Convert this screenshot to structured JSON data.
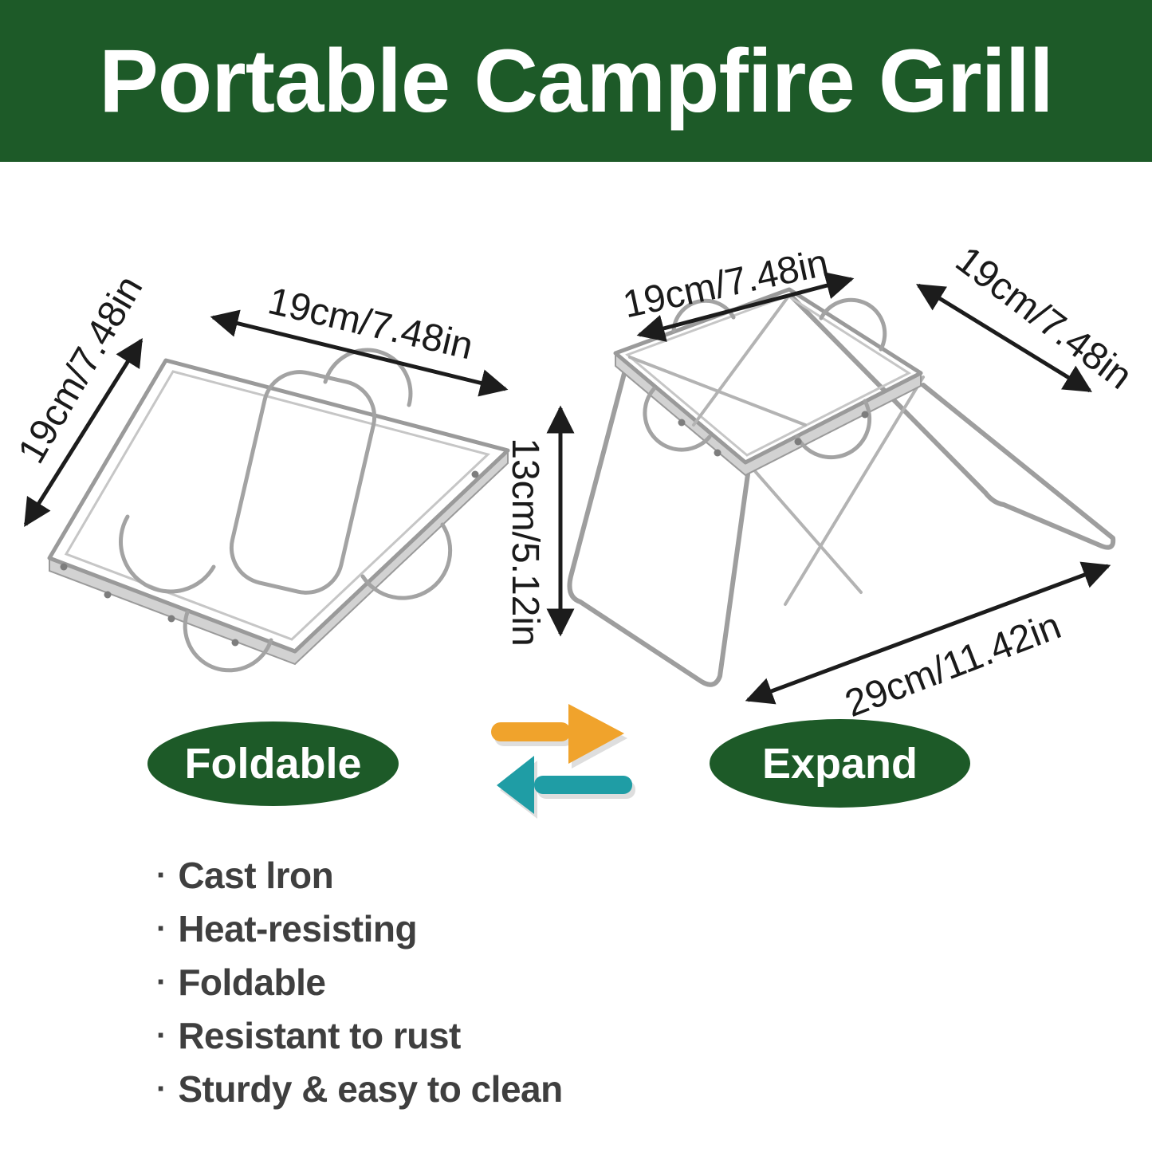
{
  "header": {
    "title": "Portable Campfire Grill"
  },
  "colors": {
    "green": "#1d5a28",
    "orange": "#f0a32c",
    "teal": "#1f9da5",
    "text": "#3f3f3f",
    "dimension": "#1a1a1a"
  },
  "dimensions": {
    "folded_side": "19cm/7.48in",
    "folded_top": "19cm/7.48in",
    "height": "13cm/5.12in",
    "expanded_top_left": "19cm/7.48in",
    "expanded_top_right": "19cm/7.48in",
    "expanded_base": "29cm/11.42in"
  },
  "badges": {
    "folded": "Foldable",
    "expanded": "Expand"
  },
  "features": {
    "bullet": "·",
    "items": [
      "Cast lron",
      "Heat-resisting",
      "Foldable",
      "Resistant to rust",
      "Sturdy & easy to clean"
    ]
  }
}
